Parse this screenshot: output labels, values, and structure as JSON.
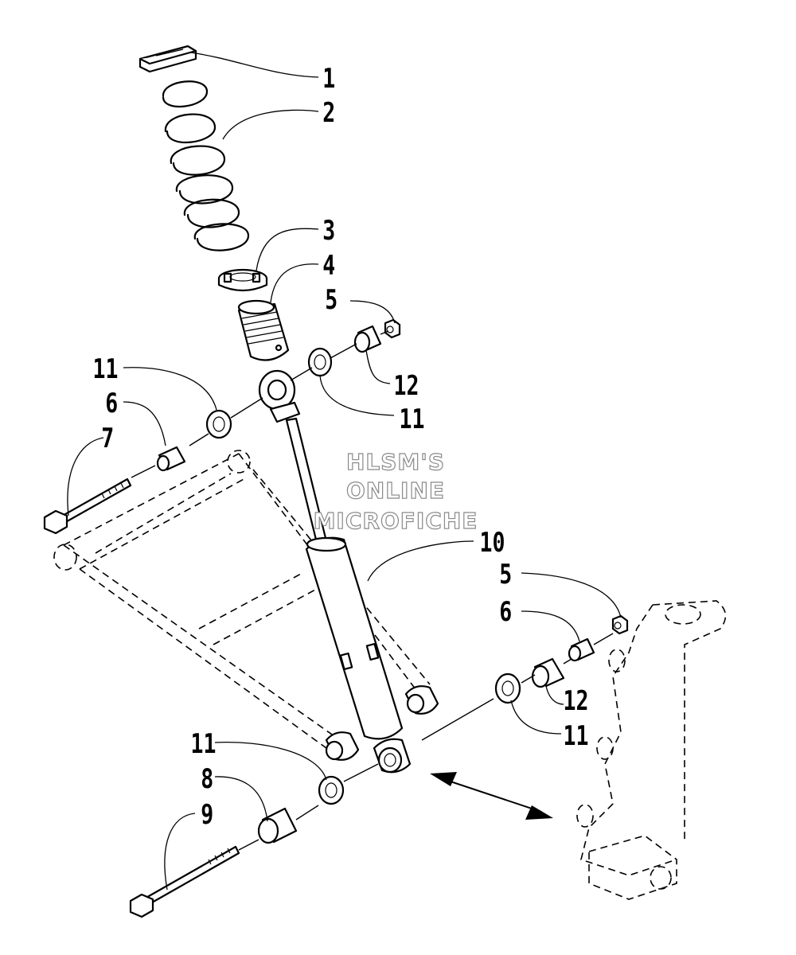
{
  "watermark": {
    "line1": "HLSM'S",
    "line2": "ONLINE",
    "line3": "MICROFICHE"
  },
  "callouts": [
    {
      "id": "c1",
      "text": "1"
    },
    {
      "id": "c2",
      "text": "2"
    },
    {
      "id": "c3",
      "text": "3"
    },
    {
      "id": "c4",
      "text": "4"
    },
    {
      "id": "c5a",
      "text": "5"
    },
    {
      "id": "c12a",
      "text": "12"
    },
    {
      "id": "c11a",
      "text": "11"
    },
    {
      "id": "c11b",
      "text": "11"
    },
    {
      "id": "c6a",
      "text": "6"
    },
    {
      "id": "c7",
      "text": "7"
    },
    {
      "id": "c10",
      "text": "10"
    },
    {
      "id": "c5b",
      "text": "5"
    },
    {
      "id": "c6b",
      "text": "6"
    },
    {
      "id": "c12b",
      "text": "12"
    },
    {
      "id": "c11c",
      "text": "11"
    },
    {
      "id": "c11d",
      "text": "11"
    },
    {
      "id": "c8",
      "text": "8"
    },
    {
      "id": "c9",
      "text": "9"
    }
  ]
}
